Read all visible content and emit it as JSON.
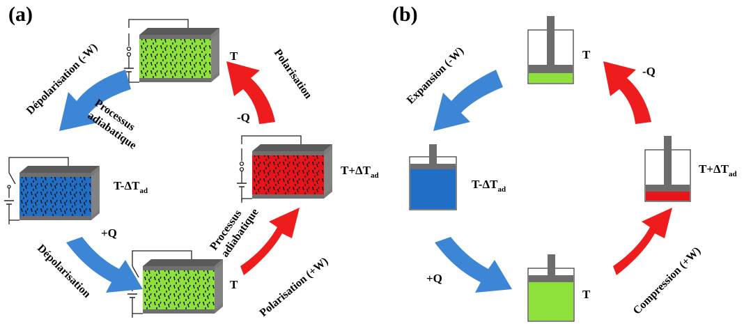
{
  "panels": {
    "a": "(a)",
    "b": "(b)"
  },
  "panel_a": {
    "top_temp": "T",
    "left_temp": "T-ΔT",
    "left_temp_sub": "ad",
    "right_temp": "T+ΔT",
    "right_temp_sub": "ad",
    "bottom_temp": "T",
    "depolarisation_w": "Dépolarisation (-W)",
    "processus_adiabatique_top_1": "Processus",
    "processus_adiabatique_top_2": "adiabatique",
    "polarisation": "Polarisation",
    "minus_q": "-Q",
    "plus_q": "+Q",
    "depolarisation": "Dépolarisation",
    "processus_adiabatique_bottom_1": "Processus",
    "processus_adiabatique_bottom_2": "adiabatique",
    "polarisation_w": "Polarisation (+W)"
  },
  "panel_b": {
    "top_temp": "T",
    "left_temp": "T-ΔT",
    "left_temp_sub": "ad",
    "right_temp": "T+ΔT",
    "right_temp_sub": "ad",
    "bottom_temp": "T",
    "expansion": "Expansion (-W)",
    "minus_q": "-Q",
    "plus_q": "+Q",
    "compression": "Compression (+W)"
  },
  "colors": {
    "green": "#8ee03a",
    "blue": "#1f6fc7",
    "red": "#e8141a",
    "arrow_blue": "#3d86d6",
    "arrow_red": "#ee1c1c",
    "gray": "#6d6d6d"
  }
}
